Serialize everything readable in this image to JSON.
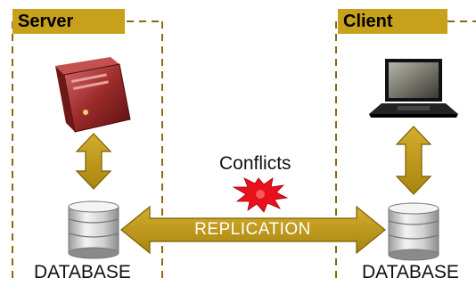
{
  "server": {
    "title": "Server",
    "db_label": "DATABASE",
    "icon": "server-tower-icon"
  },
  "client": {
    "title": "Client",
    "db_label": "DATABASE",
    "icon": "laptop-icon"
  },
  "conflicts_label": "Conflicts",
  "replication_label": "REPLICATION",
  "colors": {
    "accent": "#c8a11c",
    "arrow": "#b8920f",
    "arrow_outline": "#7a5f05",
    "dashed_border": "#8a6a10",
    "server_body": "#9b2a2a",
    "conflict_burst": "#e8101a"
  }
}
